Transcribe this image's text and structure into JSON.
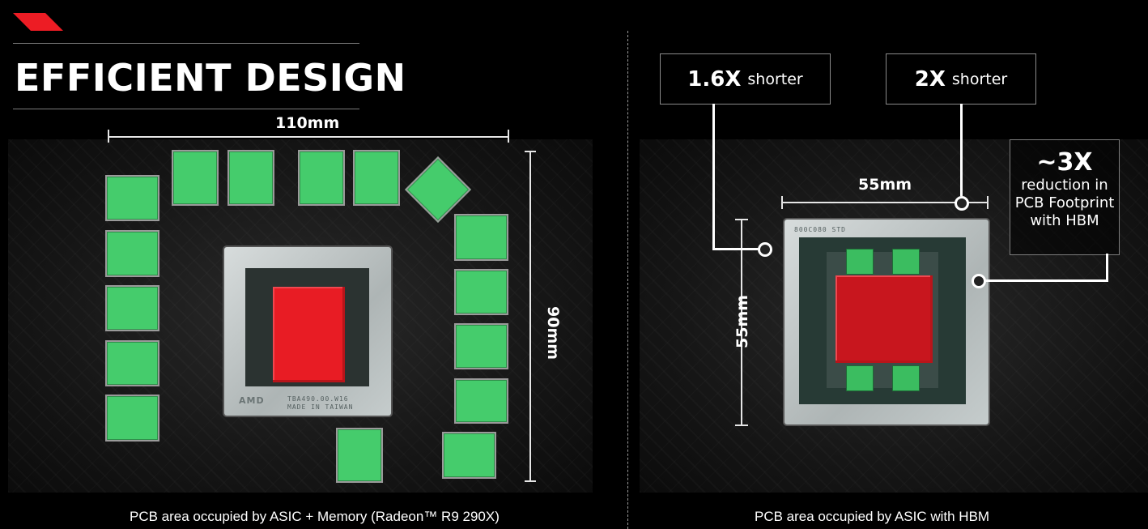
{
  "header": {
    "title": "EFFICIENT DESIGN",
    "accent_color": "#ed1c24"
  },
  "left_panel": {
    "width_label": "110mm",
    "height_label": "90mm",
    "package_marking_line1": "TBA490.00.W16",
    "package_marking_line2": "MADE IN TAIWAN",
    "package_logo": "AMD",
    "memory_chip_count": 16,
    "caption": "PCB area occupied by ASIC + Memory (Radeon™ R9 290X)"
  },
  "right_panel": {
    "width_label": "55mm",
    "height_label": "55mm",
    "callouts": [
      {
        "value": "1.6X",
        "text": "shorter"
      },
      {
        "value": "2X",
        "text": "shorter"
      }
    ],
    "footprint": {
      "value": "~3X",
      "lines": [
        "reduction in",
        "PCB Footprint",
        "with HBM"
      ]
    },
    "package_marking": "800C080 STD",
    "hbm_stack_count": 4,
    "caption": "PCB area occupied by ASIC with HBM"
  },
  "colors": {
    "memory_green": "#45cc6c",
    "die_red": "#e81c24",
    "background": "#000000"
  }
}
